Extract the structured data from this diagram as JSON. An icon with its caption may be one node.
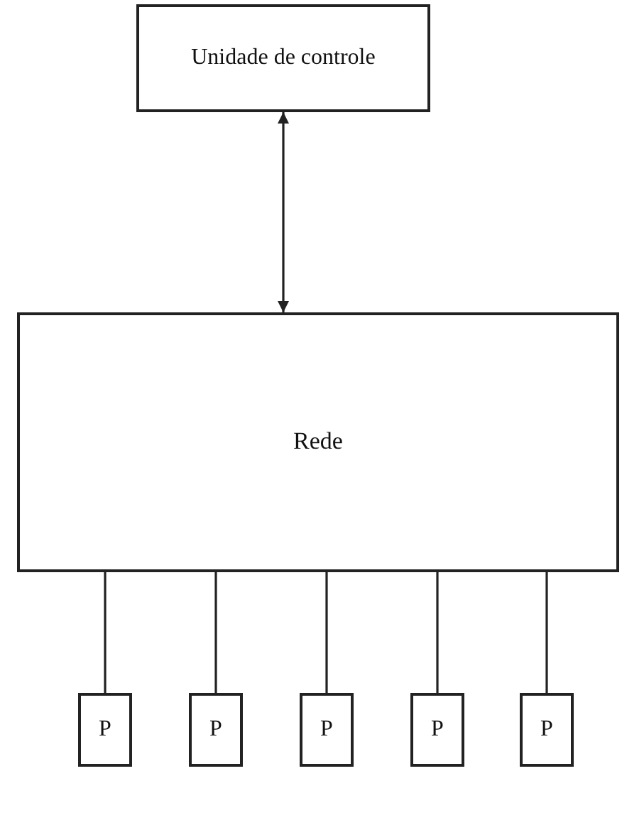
{
  "diagram": {
    "nodes": [
      {
        "text": [
          "Unidade de controle"
        ]
      },
      {
        "text": [
          "Rede"
        ]
      },
      {
        "text": [
          "P"
        ]
      },
      {
        "text": [
          "P"
        ]
      },
      {
        "text": [
          "P"
        ]
      },
      {
        "text": [
          "P"
        ]
      },
      {
        "text": [
          "P"
        ]
      }
    ],
    "edges": [
      {
        "from": 0,
        "to": 1,
        "arrow": "both"
      },
      {
        "from": 1,
        "to": 2,
        "arrow": "none"
      },
      {
        "from": 1,
        "to": 3,
        "arrow": "none"
      },
      {
        "from": 1,
        "to": 4,
        "arrow": "none"
      },
      {
        "from": 1,
        "to": 5,
        "arrow": "none"
      },
      {
        "from": 1,
        "to": 6,
        "arrow": "none"
      }
    ]
  }
}
